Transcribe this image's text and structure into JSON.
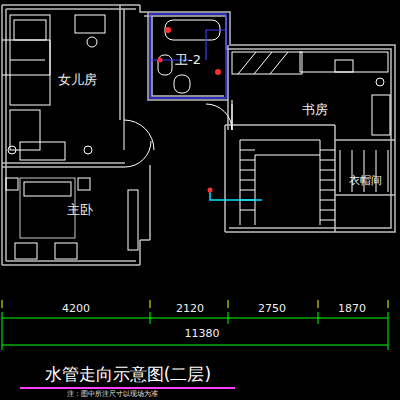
{
  "diagram": {
    "title": "水管走向示意图(二层)",
    "caption": "注：图中所注尺寸以现场为准",
    "nodes": [
      {
        "text": [
          "女儿房"
        ]
      },
      {
        "text": [
          "卫-2"
        ]
      },
      {
        "text": [
          "书房"
        ]
      },
      {
        "text": [
          "主卧"
        ]
      },
      {
        "text": [
          "衣帽间"
        ]
      }
    ],
    "labels": [
      "4200",
      "2120",
      "2750",
      "1870",
      "11380"
    ]
  }
}
